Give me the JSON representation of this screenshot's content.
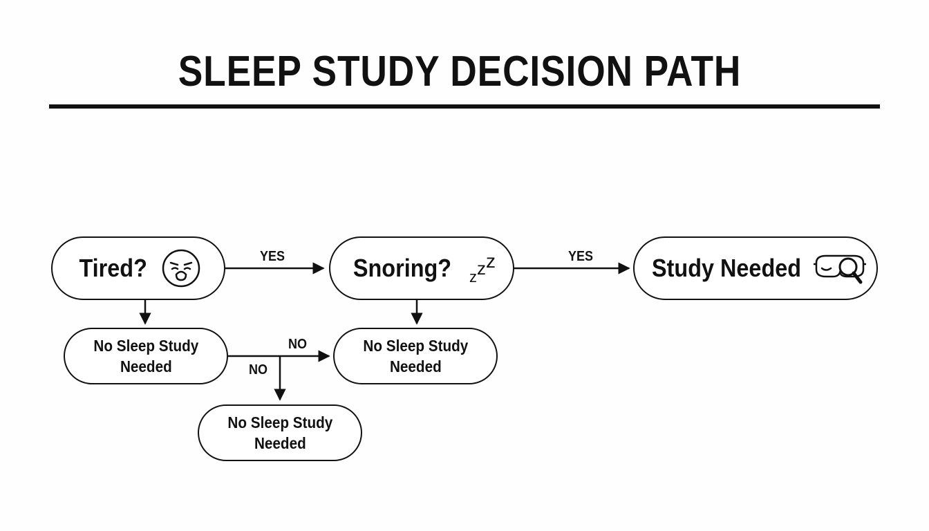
{
  "title": "SLEEP STUDY DECISION PATH",
  "nodes": {
    "tired": {
      "label": "Tired?",
      "icon": "exhausted-face-icon"
    },
    "snoring": {
      "label": "Snoring?",
      "icon": "zzz-icon",
      "icon_text": [
        "z",
        "z",
        "z"
      ]
    },
    "study_needed": {
      "label": "Study Needed",
      "icon": "sleep-mask-magnifier-icon"
    },
    "no_study_1": {
      "line1": "No Sleep Study",
      "line2": "Needed"
    },
    "no_study_2": {
      "line1": "No Sleep Study",
      "line2": "Needed"
    },
    "no_study_3": {
      "line1": "No Sleep Study",
      "line2": "Needed"
    }
  },
  "edges": {
    "tired_to_snoring": "YES",
    "snoring_to_study": "YES",
    "no_branch_right": "NO",
    "no_branch_down": "NO"
  }
}
